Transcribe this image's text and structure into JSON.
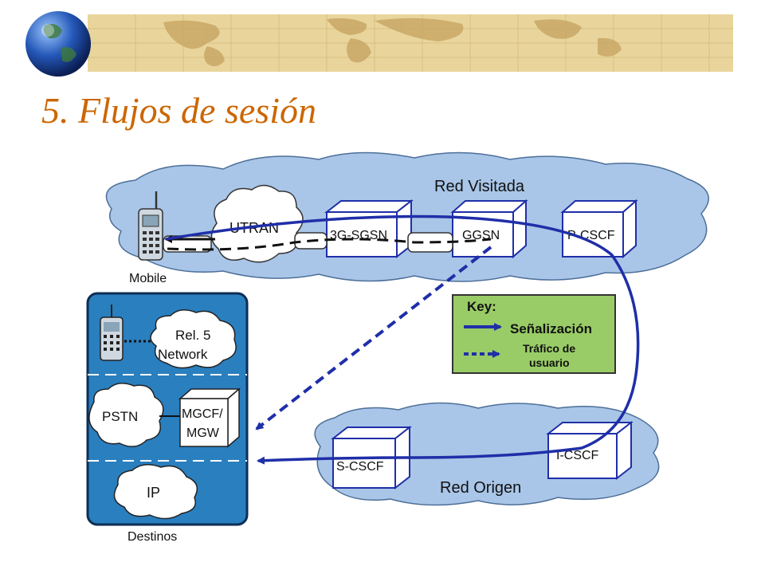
{
  "slide": {
    "title": "5. Flujos de sesión"
  },
  "diagram": {
    "red_visitada": "Red Visitada",
    "red_origen": "Red Origen",
    "utran": "UTRAN",
    "sgsn": "3G-SGSN",
    "ggsn": "GGSN",
    "pcscf": "P-CSCF",
    "scscf": "S-CSCF",
    "icscf": "I-CSCF",
    "mobile": "Mobile",
    "rel5_line1": "Rel. 5",
    "rel5_line2": "Network",
    "pstn": "PSTN",
    "mgcf_line1": "MGCF/",
    "mgcf_line2": "MGW",
    "ip": "IP",
    "destinos": "Destinos",
    "key_title": "Key:",
    "key_signal": "Señalización",
    "key_traffic_line1": "Tráfico de",
    "key_traffic_line2": "usuario"
  },
  "colors": {
    "title": "#cc6600",
    "cloud_fill": "#a9c6e8",
    "destinations_fill": "#2a7fbf",
    "key_fill": "#99cc66",
    "signal_arrow": "#1f2fa8"
  }
}
